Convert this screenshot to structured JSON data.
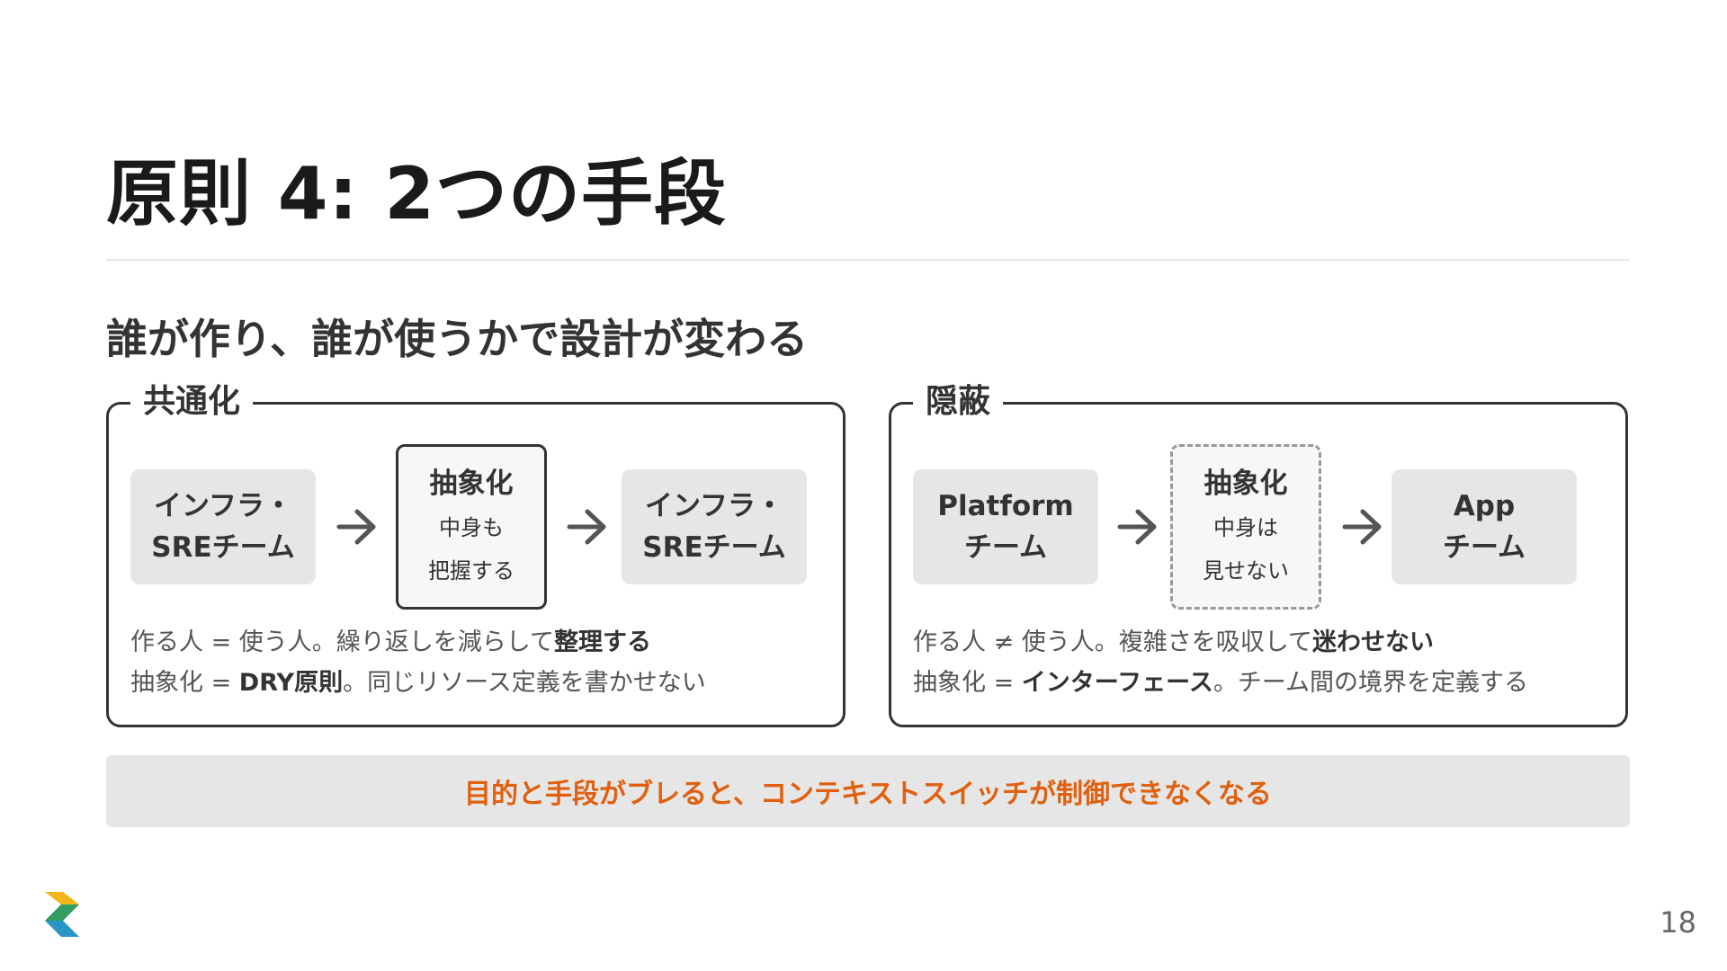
{
  "slide": {
    "title": "原則 4: 2つの手段",
    "subtitle": "誰が作り、誰が使うかで設計が変わる",
    "page_number": "18"
  },
  "panels": {
    "left": {
      "label": "共通化",
      "box_from": [
        "インフラ・",
        "SREチーム"
      ],
      "box_mid": {
        "title": "抽象化",
        "sub": [
          "中身も",
          "把握する"
        ]
      },
      "box_to": [
        "インフラ・",
        "SREチーム"
      ],
      "desc_line1": {
        "prefix": "作る人 = 使う人。繰り返しを減らして",
        "bold": "整理する",
        "suffix": ""
      },
      "desc_line2": {
        "prefix": "抽象化 = ",
        "bold": "DRY原則",
        "suffix": "。同じリソース定義を書かせない"
      }
    },
    "right": {
      "label": "隠蔽",
      "box_from": [
        "Platform",
        "チーム"
      ],
      "box_mid": {
        "title": "抽象化",
        "sub": [
          "中身は",
          "見せない"
        ]
      },
      "box_to": [
        "App",
        "チーム"
      ],
      "desc_line1": {
        "prefix": "作る人 ≠ 使う人。複雑さを吸収して",
        "bold": "迷わせない",
        "suffix": ""
      },
      "desc_line2": {
        "prefix": "抽象化 = ",
        "bold": "インターフェース",
        "suffix": "。チーム間の境界を定義する"
      }
    }
  },
  "banner": {
    "text": "目的と手段がブレると、コンテキストスイッチが制御できなくなる"
  },
  "icons": {
    "arrow": "arrow-right-icon",
    "logo": "brand-logo-icon"
  },
  "colors": {
    "accent": "#e0600f",
    "box_fill": "#e6e6e6",
    "border": "#333333",
    "logo_yellow": "#f2b51c",
    "logo_green": "#2f9e5f",
    "logo_blue": "#2a95c8"
  }
}
